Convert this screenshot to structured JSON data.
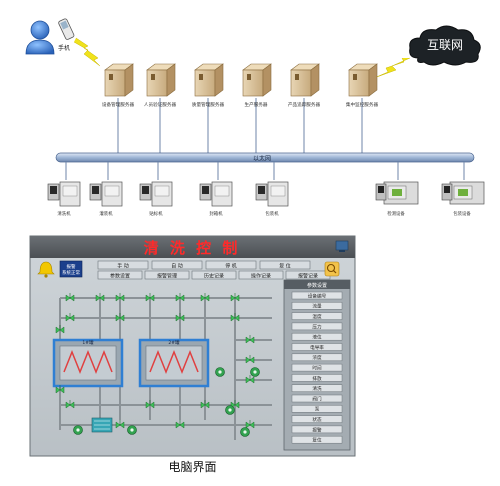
{
  "network": {
    "phone_label": "手机",
    "cloud_label": "互联网",
    "bus_label": "以太网",
    "servers": [
      {
        "label": "设备管理服务器"
      },
      {
        "label": "人员验证服务器"
      },
      {
        "label": "质量管理服务器"
      },
      {
        "label": "生产服务器"
      },
      {
        "label": "产品追踪服务器"
      },
      {
        "label": "集中监控服务器"
      }
    ],
    "clients": [
      {
        "label": "清洗机"
      },
      {
        "label": "灌装机"
      },
      {
        "label": "贴标机"
      },
      {
        "label": "封箱机"
      },
      {
        "label": "包装机"
      },
      {
        "label": "检测设备"
      },
      {
        "label": "包装设备"
      }
    ]
  },
  "hmi": {
    "title": "清 洗 控 制",
    "alarm_line1": "报警",
    "alarm_line2": "系统正常",
    "row1": [
      "手 动",
      "自 动",
      "停 机",
      "复 位"
    ],
    "row2": [
      "参数设置",
      "报警管理",
      "历史记录",
      "操作记录",
      "报警记录"
    ],
    "panel_title": "参数设置",
    "panel_items": [
      "设备编号",
      "流量",
      "温度",
      "压力",
      "液位",
      "电导率",
      "浓度",
      "时间",
      "排放",
      "清洗",
      "阀门",
      "泵",
      "状态",
      "报警",
      "复位"
    ],
    "tank_labels": [
      "1#罐",
      "2#罐"
    ]
  },
  "caption": "电脑界面"
}
